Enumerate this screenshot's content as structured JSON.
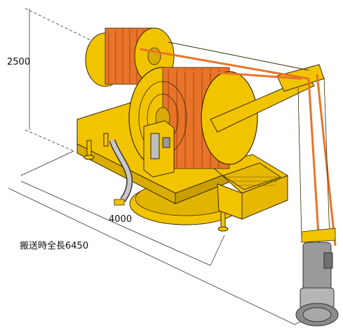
{
  "dimensions": {
    "height_label": "2500",
    "width_label": "4000",
    "transport_length_label": "搬送時全長6450"
  },
  "colors": {
    "frame_yellow": "#f2c400",
    "frame_outline": "#3a2a00",
    "hose_orange": "#e8742a",
    "pump_gray": "#9a9a9a",
    "pipe_gray": "#c8c8c8",
    "dimension_line": "#333333"
  }
}
